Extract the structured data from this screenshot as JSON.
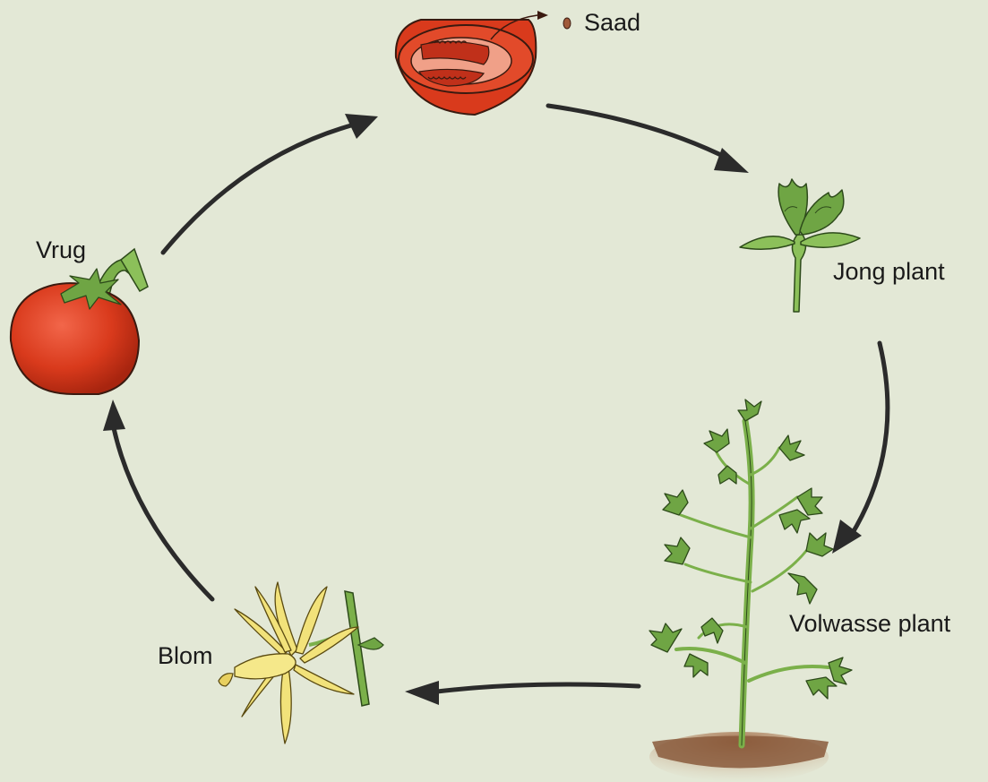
{
  "diagram": {
    "type": "cycle",
    "stages": {
      "seed": {
        "label": "Saad",
        "icon": "tomato-half-icon"
      },
      "young_plant": {
        "label": "Jong plant",
        "icon": "seedling-icon"
      },
      "adult_plant": {
        "label": "Volwasse plant",
        "icon": "tomato-plant-icon"
      },
      "flower": {
        "label": "Blom",
        "icon": "flower-icon"
      },
      "fruit": {
        "label": "Vrug",
        "icon": "tomato-icon"
      }
    },
    "cycle_order": [
      "seed",
      "young_plant",
      "adult_plant",
      "flower",
      "fruit"
    ],
    "colors": {
      "background": "#e3e8d6",
      "arrow": "#2b2b2b",
      "tomato": "#d93a1c",
      "leaf": "#7bb04a",
      "flower": "#f2e27a",
      "soil": "#8a5a3c"
    }
  }
}
